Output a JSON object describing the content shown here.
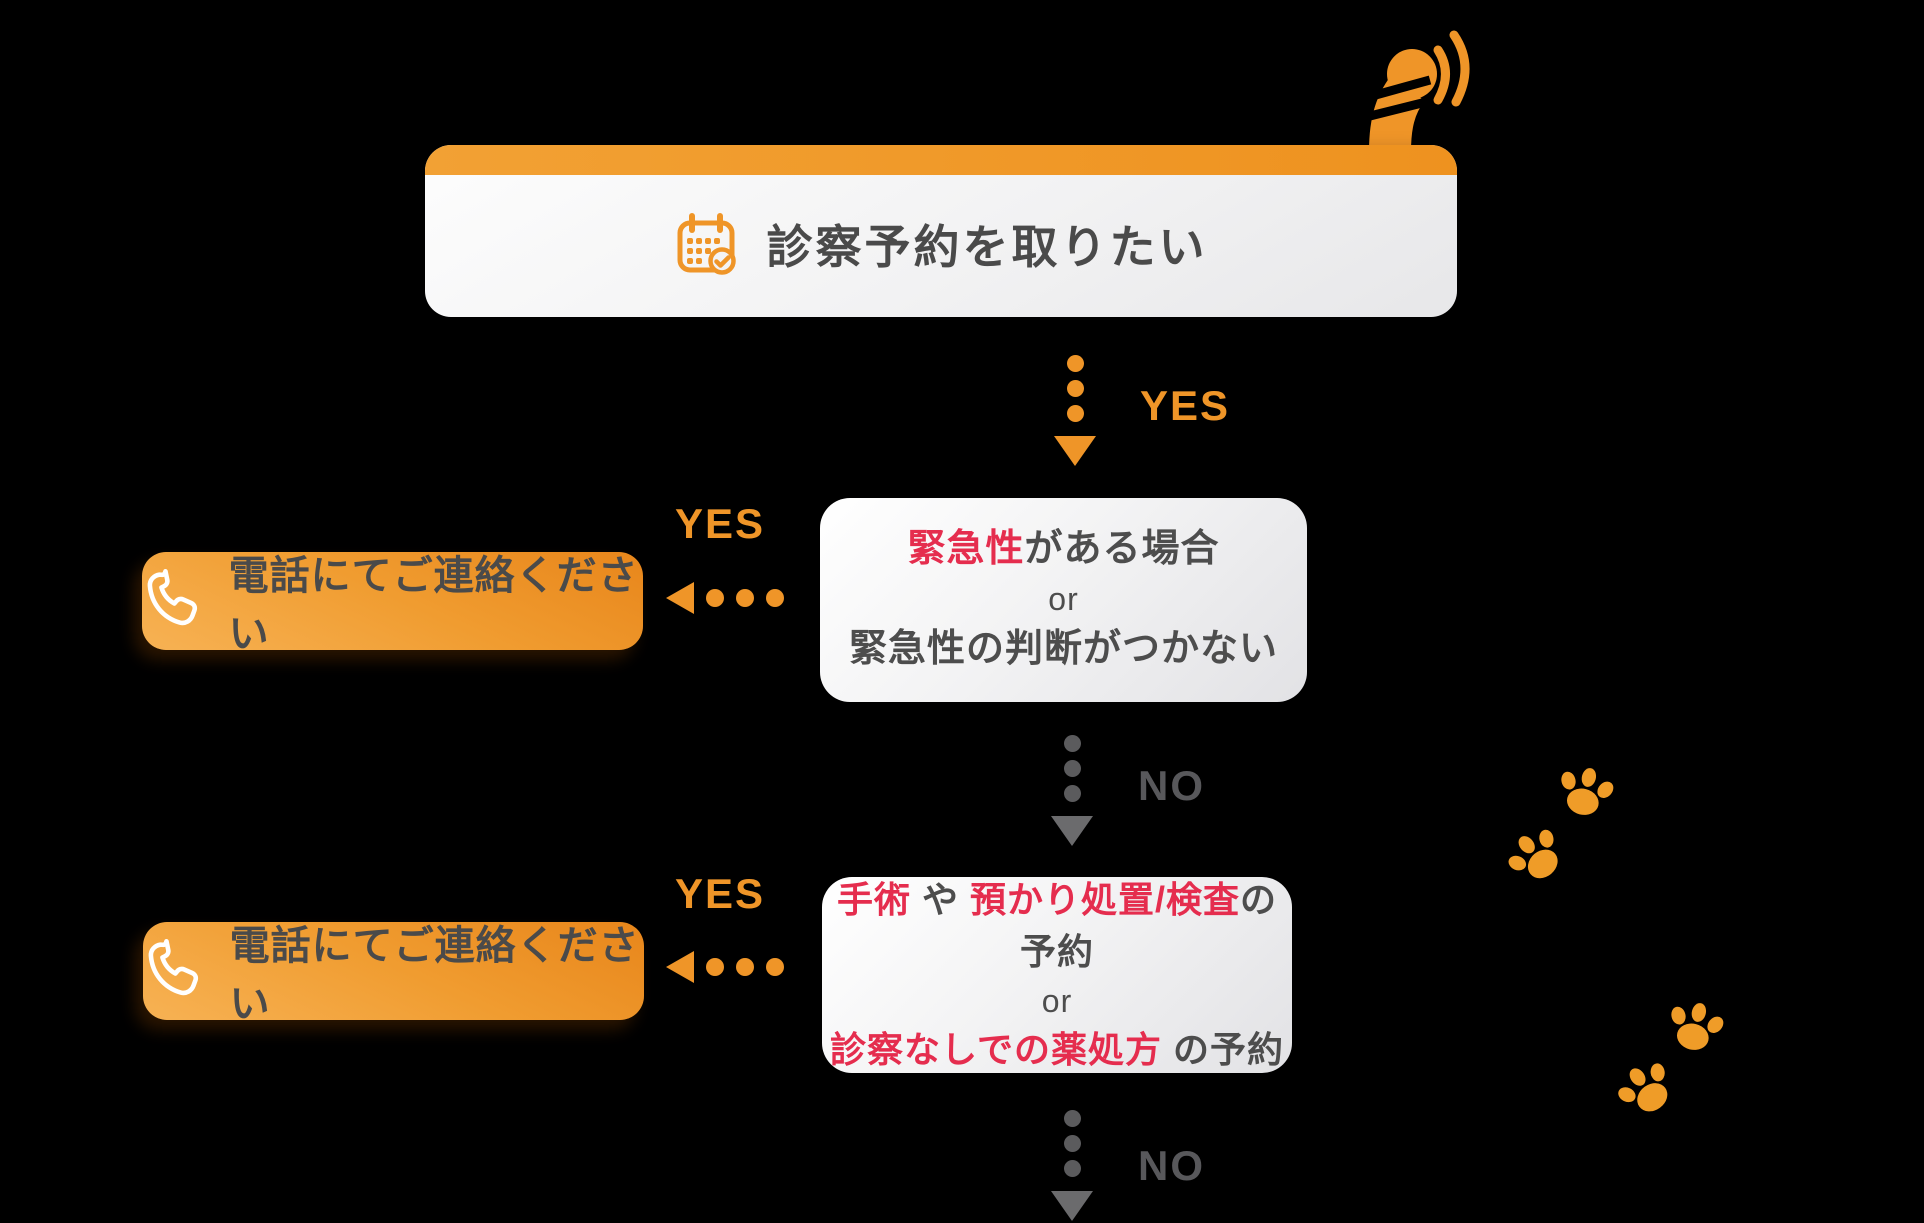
{
  "colors": {
    "accent_orange": "#EF9528",
    "cta_gradient_dark": "#E8861B",
    "cta_gradient_light": "#F7B254",
    "emphasis_red": "#E52D4E",
    "text_dark": "#4A4A4A",
    "arrow_gray": "#5B5B5D",
    "background": "#000000"
  },
  "start": {
    "icon": "calendar-check-icon",
    "decor_icon": "ringing-phone-icon",
    "title": "診察予約を取りたい"
  },
  "arrows": {
    "down1": {
      "label": "YES"
    },
    "side1": {
      "label": "YES"
    },
    "down2": {
      "label": "NO"
    },
    "side2": {
      "label": "YES"
    },
    "down3": {
      "label": "NO"
    }
  },
  "decision1": {
    "line1_emphasis": "緊急性",
    "line1_rest": "がある場合",
    "connector": "or",
    "line2": "緊急性の判断がつかない"
  },
  "decision2": {
    "line1_part1": "手術",
    "line1_part2": " や ",
    "line1_part3": "預かり処置/検査",
    "line1_part4": "の予約",
    "connector": "or",
    "line2_part1": "診察なしでの薬処方",
    "line2_part2": " の予約"
  },
  "cta1": {
    "icon": "phone-receiver-icon",
    "label": "電話にてご連絡ください"
  },
  "cta2": {
    "icon": "phone-receiver-icon",
    "label": "電話にてご連絡ください"
  },
  "decor": {
    "paw_prints": 4
  }
}
